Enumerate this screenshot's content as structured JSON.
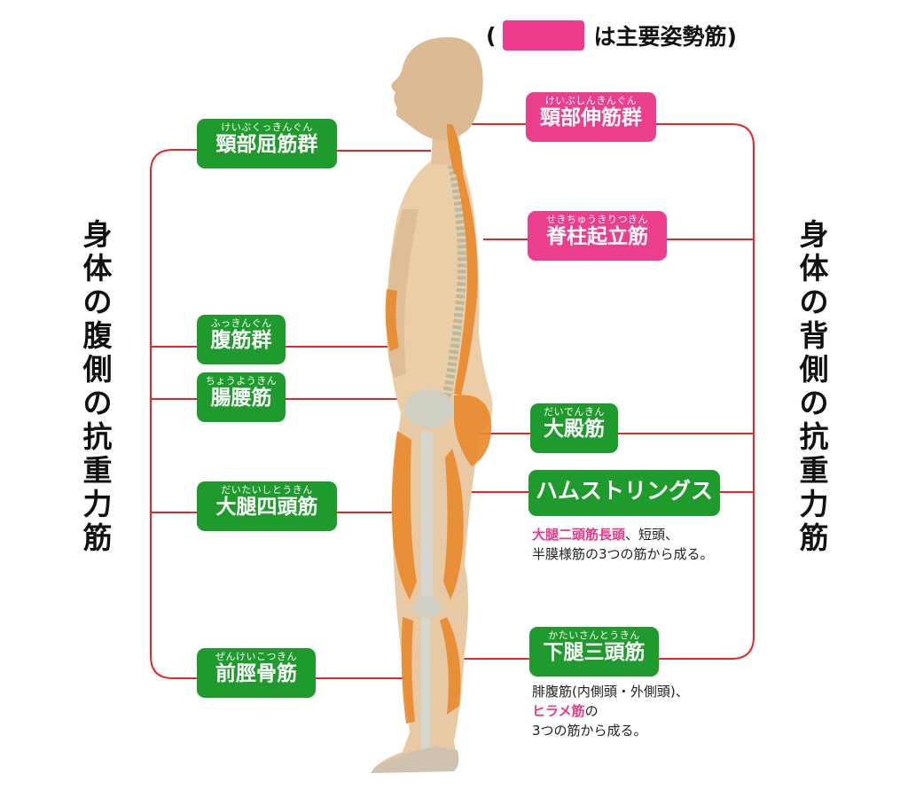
{
  "legend": {
    "open": "(",
    "text": "は主要姿勢筋)",
    "color": "#ec3b8a"
  },
  "left_title": [
    "身",
    "体",
    "の",
    "腹",
    "側",
    "の",
    "抗",
    "重",
    "力",
    "筋"
  ],
  "right_title": [
    "身",
    "体",
    "の",
    "背",
    "側",
    "の",
    "抗",
    "重",
    "力",
    "筋"
  ],
  "front_muscles": [
    {
      "ruby": "けいぶくっきんぐん",
      "name": "頸部屈筋群"
    },
    {
      "ruby": "ふっきんぐん",
      "name": "腹筋群"
    },
    {
      "ruby": "ちょうようきん",
      "name": "腸腰筋"
    },
    {
      "ruby": "だいたいしとうきん",
      "name": "大腿四頭筋"
    },
    {
      "ruby": "ぜんけいこつきん",
      "name": "前脛骨筋"
    }
  ],
  "back_muscles": [
    {
      "ruby": "けいぶしんきんぐん",
      "name": "頸部伸筋群"
    },
    {
      "ruby": "せきちゅうきりつきん",
      "name": "脊柱起立筋"
    },
    {
      "ruby": "だいでんきん",
      "name": "大殿筋"
    },
    {
      "ruby": "",
      "name": "ハムストリングス"
    },
    {
      "ruby": "かたいさんとうきん",
      "name": "下腿三頭筋"
    }
  ],
  "hamstring_note": {
    "highlight": "大腿二頭筋長頭",
    "rest1": "、短頭、",
    "line2": "半膜様筋の3つの筋から成る。"
  },
  "calf_note": {
    "line1": "腓腹筋(内側頭・外側頭)、",
    "highlight": "ヒラメ筋",
    "rest2": "の",
    "line3": "3つの筋から成る。"
  },
  "colors": {
    "green": "#1f9a2c",
    "pink": "#eb3f8d",
    "line": "#e8262a",
    "muscle": "#e8892c",
    "skin": "#e8c9a3"
  }
}
